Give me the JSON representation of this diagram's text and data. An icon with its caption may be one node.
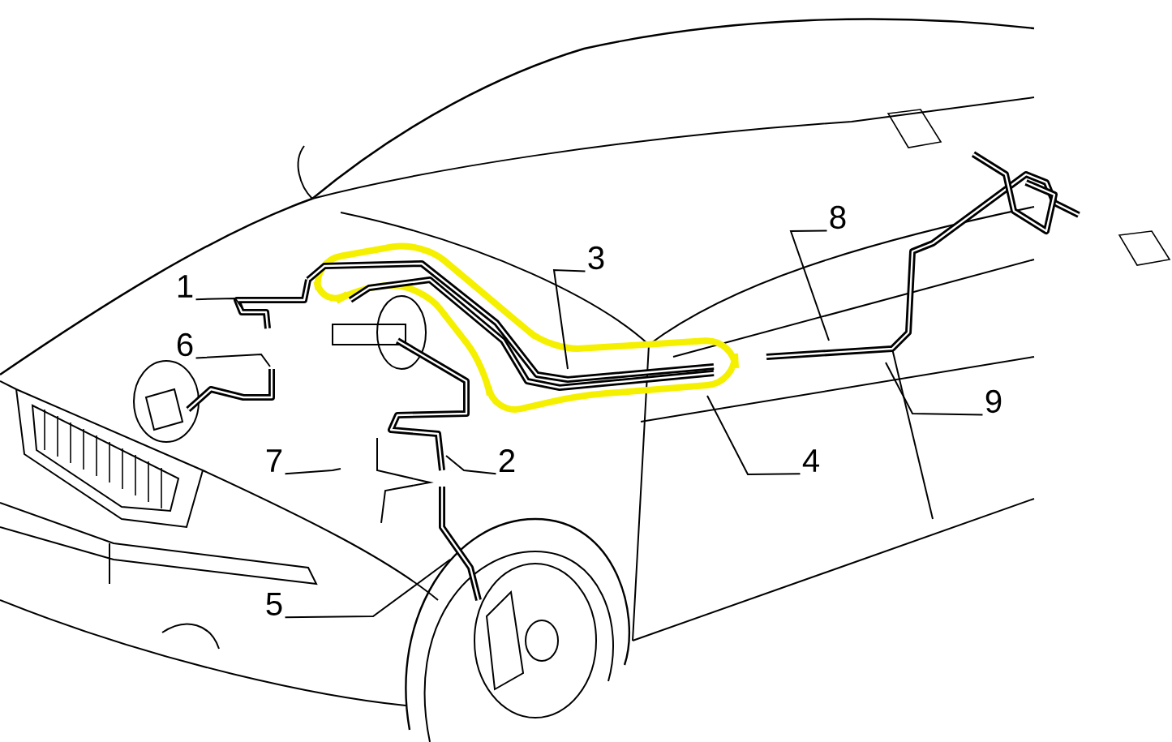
{
  "diagram": {
    "nodes": [
      {
        "text": [
          "1"
        ]
      },
      {
        "text": [
          "2"
        ]
      },
      {
        "text": [
          "3"
        ]
      },
      {
        "text": [
          "4"
        ]
      },
      {
        "text": [
          "5"
        ]
      },
      {
        "text": [
          "6"
        ]
      },
      {
        "text": [
          "7"
        ]
      },
      {
        "text": [
          "8"
        ]
      },
      {
        "text": [
          "9"
        ]
      }
    ],
    "edges": [
      {
        "from": 0,
        "to": null,
        "arrow": "none"
      },
      {
        "from": 1,
        "to": null,
        "arrow": "none"
      },
      {
        "from": 2,
        "to": null,
        "arrow": "none"
      },
      {
        "from": 3,
        "to": null,
        "arrow": "none"
      },
      {
        "from": 4,
        "to": null,
        "arrow": "none"
      },
      {
        "from": 5,
        "to": null,
        "arrow": "none"
      },
      {
        "from": 6,
        "to": null,
        "arrow": "none"
      },
      {
        "from": 7,
        "to": null,
        "arrow": "none"
      },
      {
        "from": 8,
        "to": null,
        "arrow": "none"
      }
    ]
  }
}
